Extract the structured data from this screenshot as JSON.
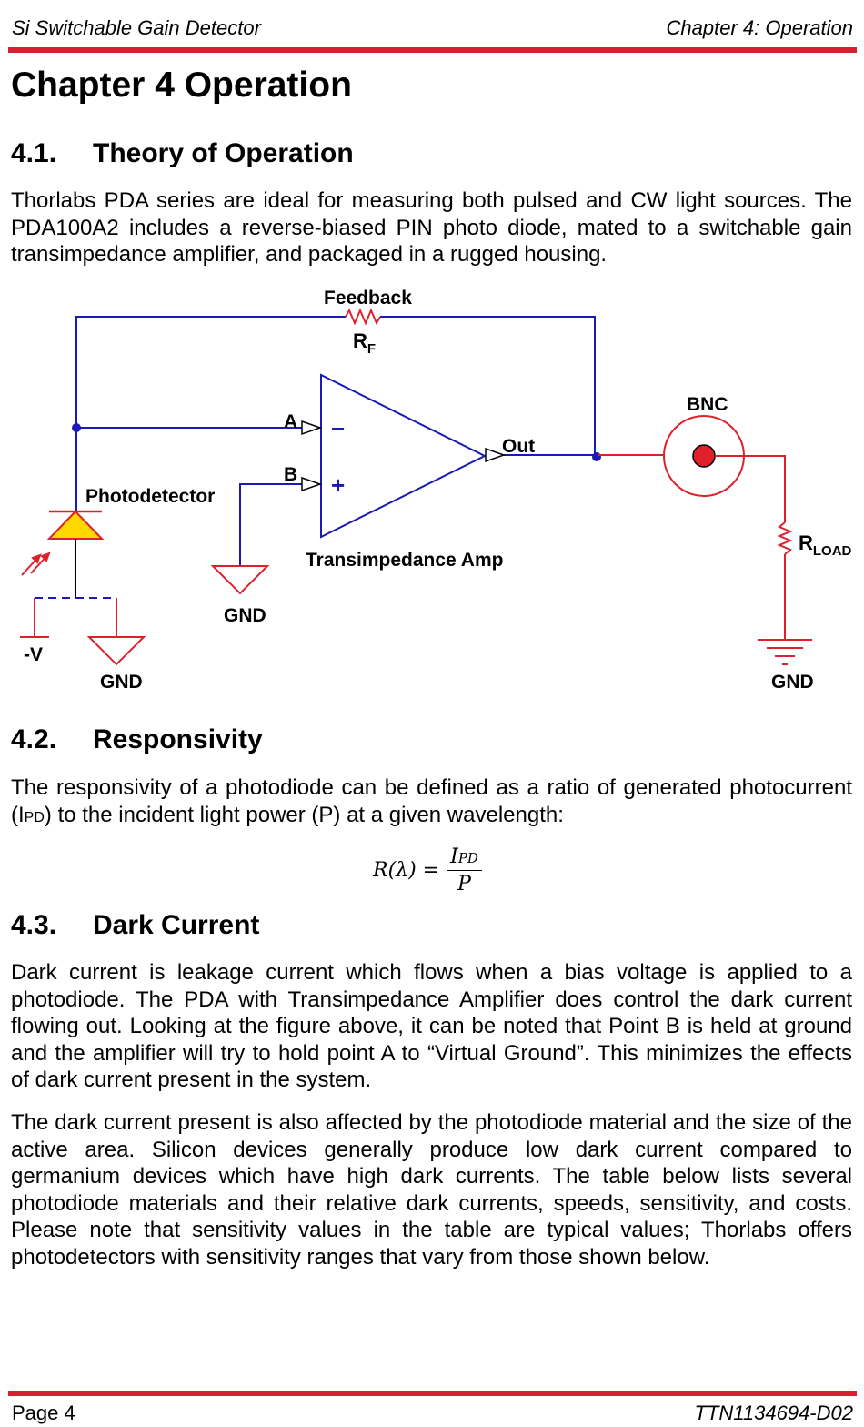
{
  "header": {
    "left": "Si Switchable Gain Detector",
    "right": "Chapter 4: Operation"
  },
  "chapter_title": "Chapter 4  Operation",
  "sections": [
    {
      "number": "4.1.",
      "title": "Theory of Operation",
      "paragraph": "Thorlabs PDA series are ideal for measuring both pulsed and CW light sources. The PDA100A2 includes a reverse-biased PIN photo diode, mated to a switchable gain transimpedance amplifier, and packaged in a rugged housing."
    },
    {
      "number": "4.2.",
      "title": "Responsivity",
      "paragraph_start": "The responsivity of a photodiode can be defined as a ratio of generated photocurrent (I",
      "paragraph_sub": "PD",
      "paragraph_end": ") to the incident light power (P) at a given wavelength:"
    },
    {
      "number": "4.3.",
      "title": "Dark Current",
      "paragraph1": "Dark current is leakage current which flows when a bias voltage is applied to a photodiode. The PDA with Transimpedance Amplifier does control the dark current flowing out. Looking at the figure above, it can be noted that Point B is held at ground and the amplifier will try to hold point A to “Virtual Ground”. This minimizes the effects of dark current present in the system.",
      "paragraph2": "The dark current present is also affected by the photodiode material and the size of the active area. Silicon devices generally produce low dark current compared to germanium devices which have high dark currents. The table below lists several photodiode materials and their relative dark currents, speeds, sensitivity, and costs. Please note that sensitivity values in the table are typical values; Thorlabs offers photodetectors with sensitivity ranges that vary from those shown below."
    }
  ],
  "equation": {
    "lhs": "R(λ) =",
    "numerator": "I",
    "numerator_sub": "PD",
    "denominator": "P"
  },
  "diagram": {
    "feedback": "Feedback",
    "rf": "R",
    "rf_sub": "F",
    "a": "A",
    "b": "B",
    "out": "Out",
    "bnc": "BNC",
    "rload": "R",
    "rload_sub": "LOAD",
    "photodetector": "Photodetector",
    "tia": "Transimpedance Amp",
    "gnd": "GND",
    "neg_v": "-V",
    "minus": "−",
    "plus": "+",
    "colors": {
      "wire": "#1a1ab4",
      "output": "#e0202a",
      "diode": "#ffd800",
      "rule": "#d6202f"
    }
  },
  "footer": {
    "left": "Page 4",
    "right": "TTN1134694-D02"
  }
}
